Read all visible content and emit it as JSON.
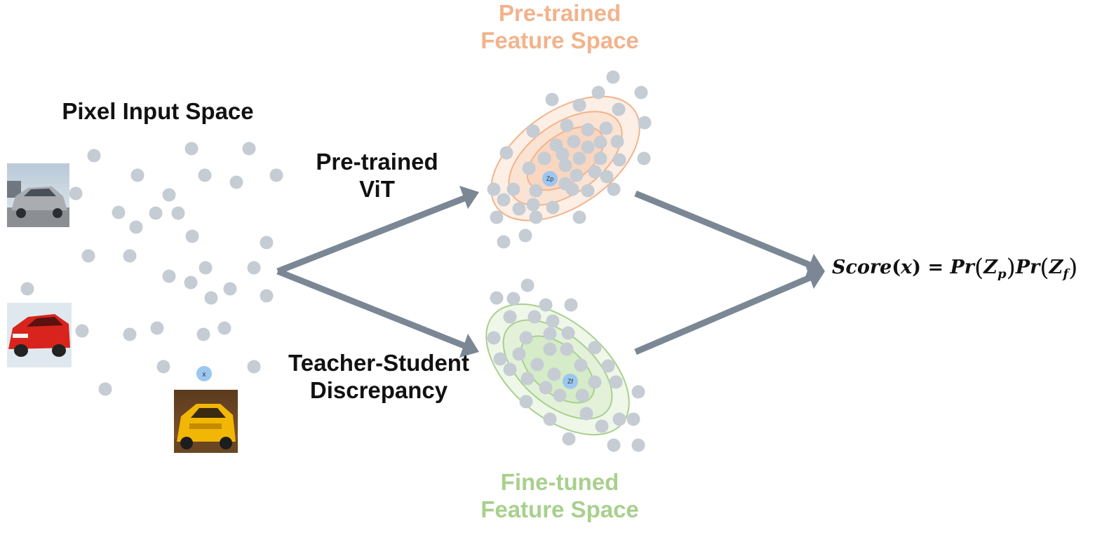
{
  "colors": {
    "point": "#c5ccd4",
    "arrow": "#7b8794",
    "pretrained": "#f2b38c",
    "pretrained_fill": "#fbe3d3",
    "finetuned": "#a8d08d",
    "finetuned_fill": "#e3f1d9",
    "center": "#9cc7f0",
    "text": "#111111"
  },
  "labels": {
    "pixel_space": "Pixel Input Space",
    "pretrained_vit_line1": "Pre-trained",
    "pretrained_vit_line2": "ViT",
    "teacher_student_line1": "Teacher-Student",
    "teacher_student_line2": "Discrepancy",
    "pretrained_space_line1": "Pre-trained",
    "pretrained_space_line2": "Feature Space",
    "finetuned_space_line1": "Fine-tuned",
    "finetuned_space_line2": "Feature Space"
  },
  "markers": {
    "input_point": "x",
    "pretrained_center": "Zp",
    "finetuned_center": "Zf"
  },
  "formula": {
    "lhs": "Score",
    "arg": "x",
    "eq": "=",
    "pr": "Pr",
    "z": "Z",
    "sub_p": "p",
    "sub_f": "f"
  },
  "images": [
    {
      "name": "car-image-silver",
      "icon": "silver-car"
    },
    {
      "name": "car-image-red",
      "icon": "red-car"
    },
    {
      "name": "car-image-yellow",
      "icon": "yellow-car"
    }
  ]
}
